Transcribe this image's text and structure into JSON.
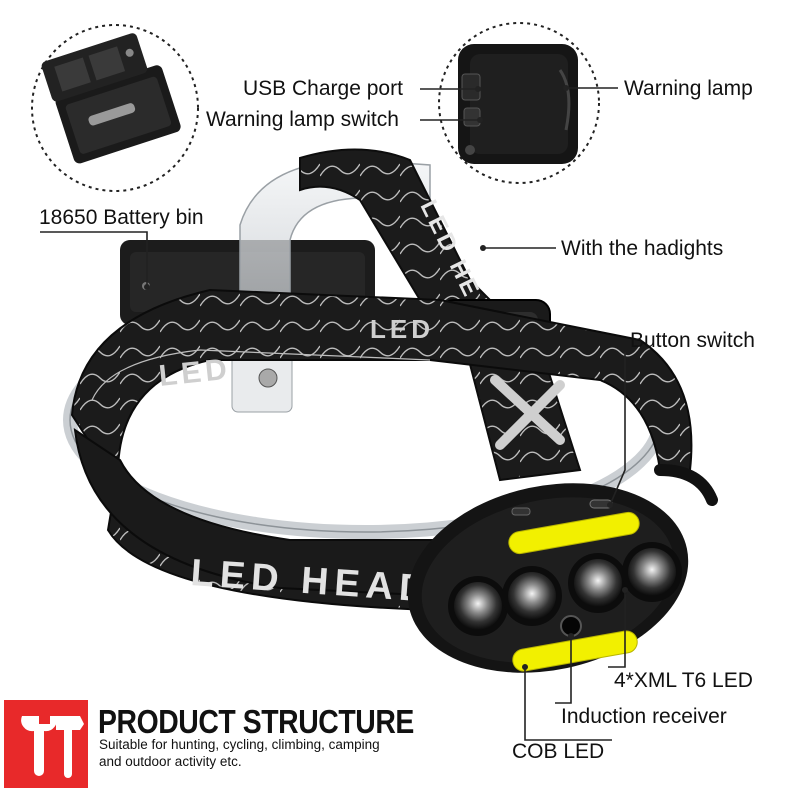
{
  "labels": {
    "usb_port": "USB Charge port",
    "warning_switch": "Warning lamp switch",
    "warning_lamp": "Warning lamp",
    "battery_bin": "18650 Battery bin",
    "headlights": "With the hadights",
    "button_switch": "Button switch",
    "xml_led": "4*XML T6 LED",
    "induction": "Induction receiver",
    "cob_led": "COB LED"
  },
  "strap_text": {
    "front": "LED HEAD",
    "top": "LED HEAD",
    "rear": "LED"
  },
  "footer": {
    "title": "PRODUCT STRUCTURE",
    "subtitle_line1": "Suitable for hunting, cycling, climbing, camping",
    "subtitle_line2": "and outdoor activity etc."
  },
  "colors": {
    "badge": "#e8292a",
    "cob": "#f2f000",
    "lamp_body": "#141414",
    "strap": "#1a1a1a"
  }
}
